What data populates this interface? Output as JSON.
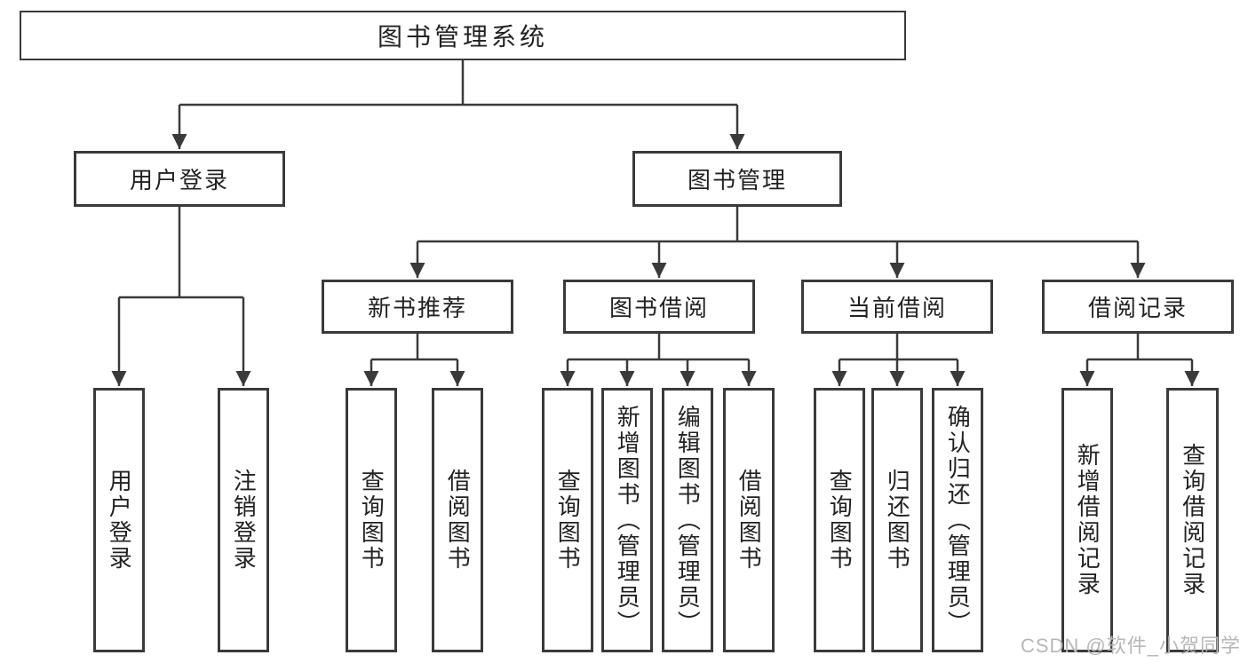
{
  "tree": {
    "root": {
      "label": "图书管理系统",
      "children": [
        {
          "label": "用户登录",
          "children": [
            {
              "label": "用户登录"
            },
            {
              "label": "注销登录"
            }
          ]
        },
        {
          "label": "图书管理",
          "children": [
            {
              "label": "新书推荐",
              "children": [
                {
                  "label": "查询图书"
                },
                {
                  "label": "借阅图书"
                }
              ]
            },
            {
              "label": "图书借阅",
              "children": [
                {
                  "label": "查询图书"
                },
                {
                  "label": "新增图书（管理员）"
                },
                {
                  "label": "编辑图书（管理员）"
                },
                {
                  "label": "借阅图书"
                }
              ]
            },
            {
              "label": "当前借阅",
              "children": [
                {
                  "label": "查询图书"
                },
                {
                  "label": "归还图书"
                },
                {
                  "label": "确认归还（管理员）"
                }
              ]
            },
            {
              "label": "借阅记录",
              "children": [
                {
                  "label": "新增借阅记录"
                },
                {
                  "label": "查询借阅记录"
                }
              ]
            }
          ]
        }
      ]
    }
  },
  "watermark": {
    "text": "CSDN @软件_小贺同学"
  },
  "colors": {
    "line": "#3a3a3a",
    "text": "#222222",
    "watermark": "#b7b7b7",
    "background": "#ffffff"
  }
}
